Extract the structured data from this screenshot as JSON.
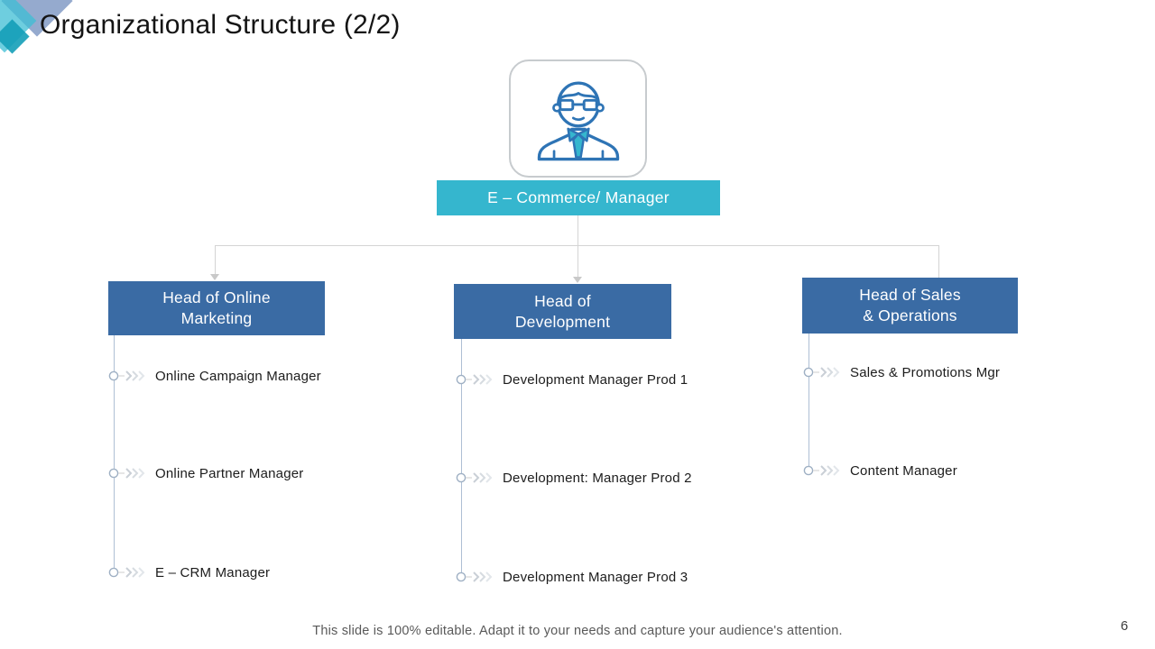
{
  "title": "Organizational Structure (2/2)",
  "root": {
    "label": "E – Commerce/ Manager"
  },
  "branches": [
    {
      "line1": "Head of Online",
      "line2": "Marketing",
      "reports": [
        "Online Campaign Manager",
        "Online Partner Manager",
        "E – CRM Manager"
      ]
    },
    {
      "line1": "Head of",
      "line2": "Development",
      "reports": [
        "Development Manager Prod 1",
        "Development: Manager Prod 2",
        "Development Manager Prod 3"
      ]
    },
    {
      "line1": "Head of Sales",
      "line2": "& Operations",
      "reports": [
        "Sales & Promotions Mgr",
        "Content Manager"
      ]
    }
  ],
  "footer": "This slide is 100% editable. Adapt it to your needs and capture your audience's attention.",
  "page_number": "6",
  "colors": {
    "teal_banner": "#35b6ce",
    "blue_box": "#3a6ba4",
    "connector_gray": "#d4d4d4",
    "column_line": "#aebfd4",
    "icon_stroke": "#2e74b5"
  }
}
